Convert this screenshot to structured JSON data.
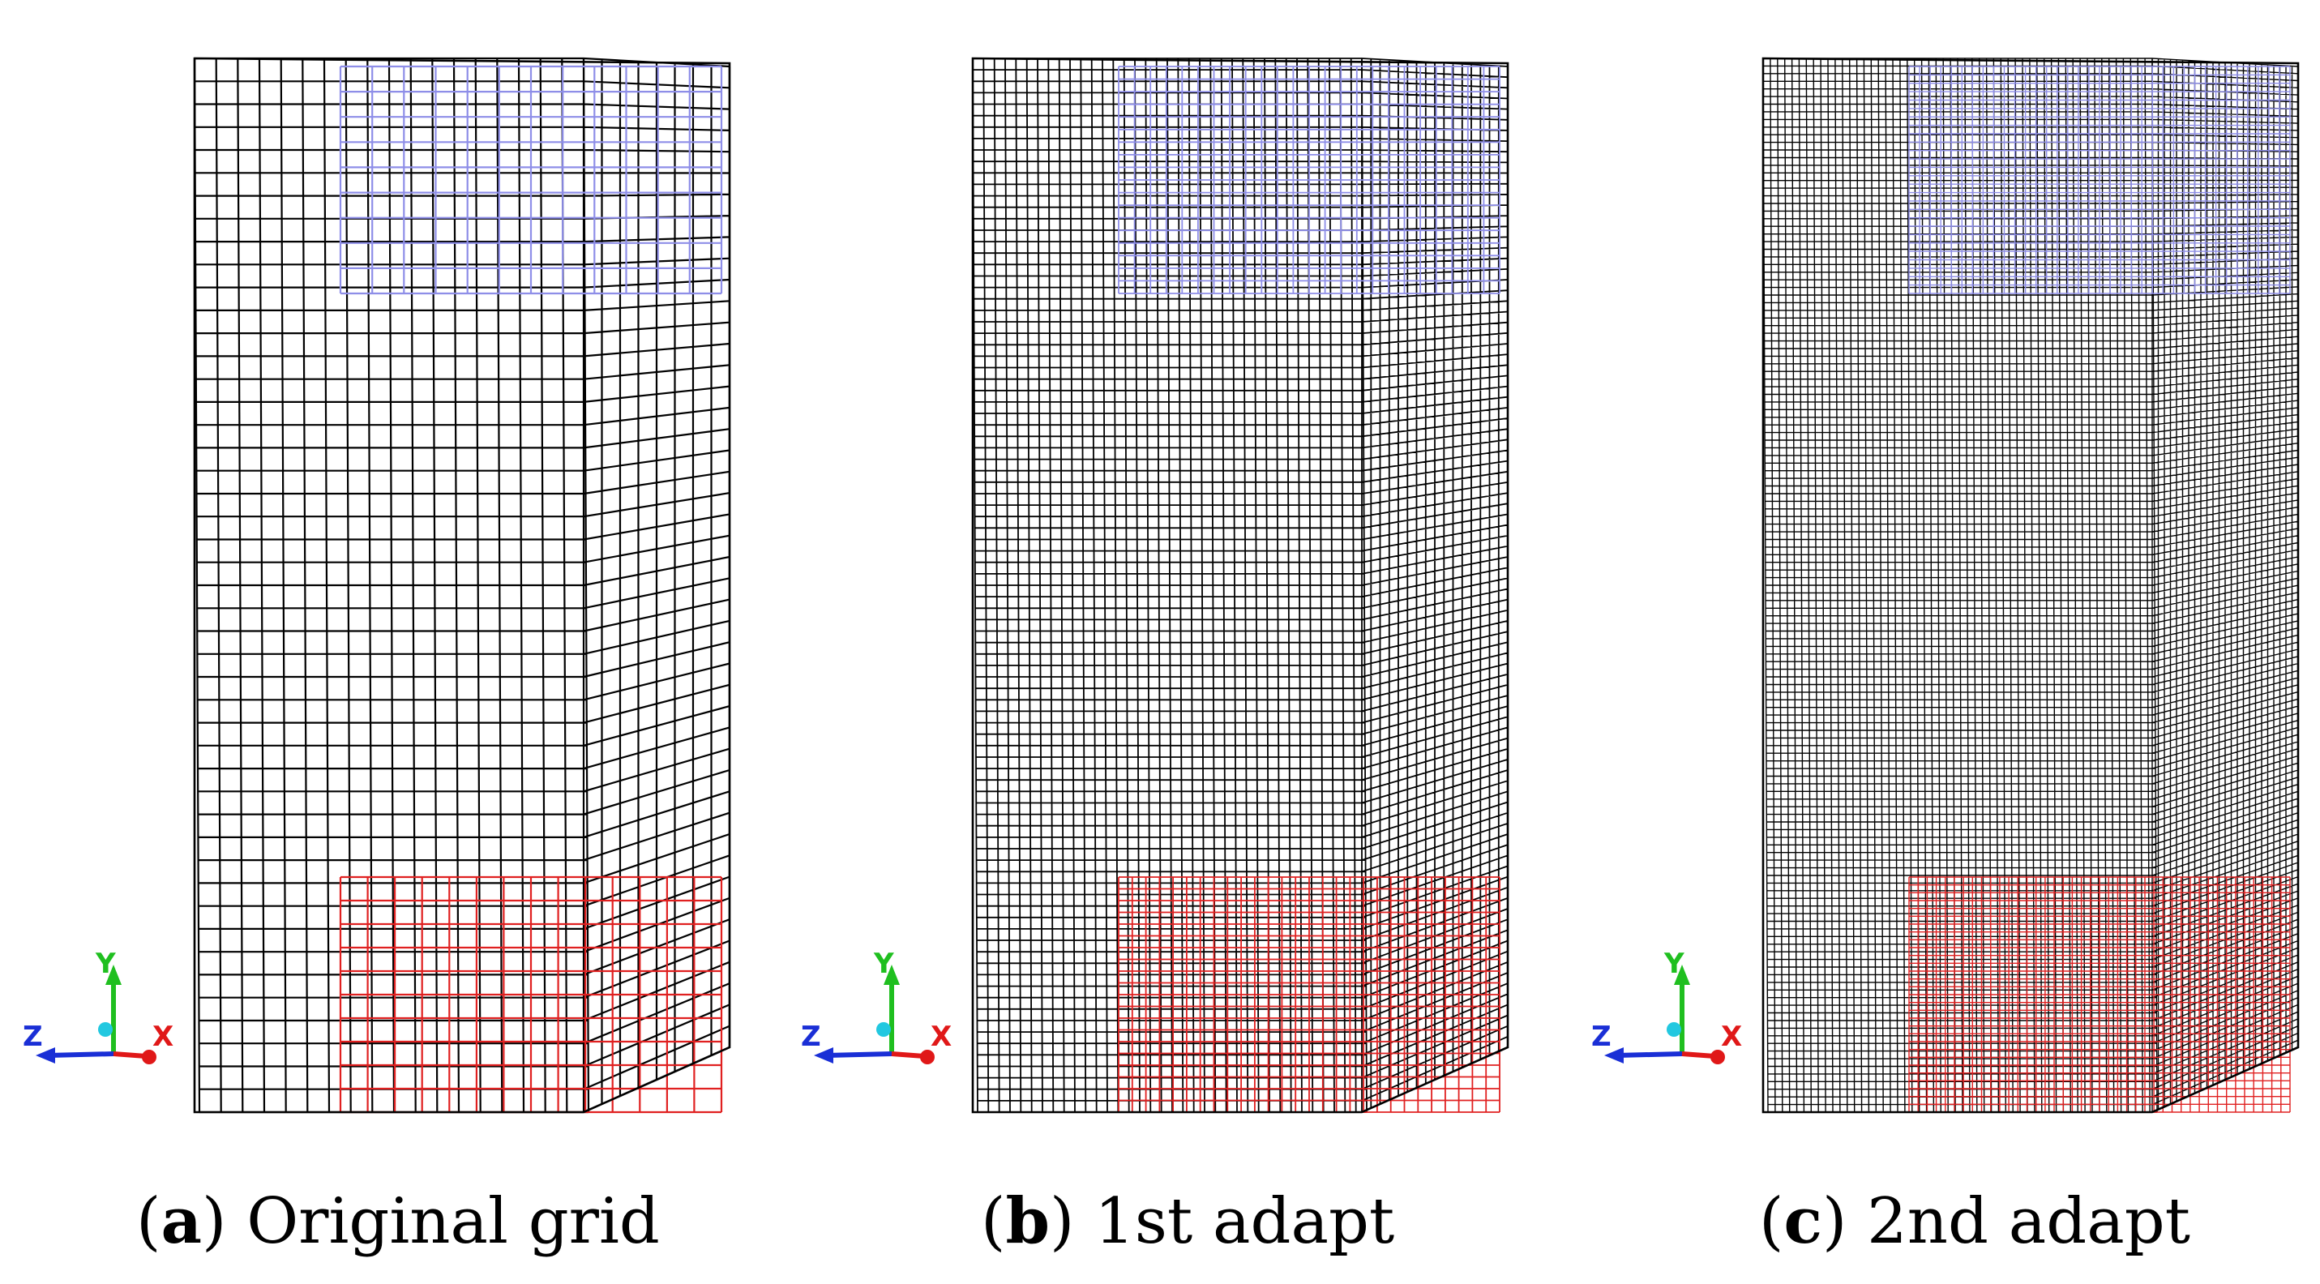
{
  "panels": [
    {
      "letter": "a",
      "caption": "Original grid",
      "refinement": 1,
      "axes": {
        "y": "Y",
        "z": "Z",
        "x": "X"
      }
    },
    {
      "letter": "b",
      "caption": "1st adapt",
      "refinement": 2,
      "axes": {
        "y": "Y",
        "z": "Z",
        "x": "X"
      }
    },
    {
      "letter": "c",
      "caption": "2nd adapt",
      "refinement": 3,
      "axes": {
        "y": "Y",
        "z": "Z",
        "x": "X"
      }
    }
  ],
  "colors": {
    "mesh": "#000000",
    "top_region": "#8e8ee8",
    "bottom_region": "#e02020",
    "axis_y": "#1fbf1f",
    "axis_z": "#1a2fd6",
    "axis_x": "#e01818",
    "axis_origin": "#22c8e0"
  }
}
